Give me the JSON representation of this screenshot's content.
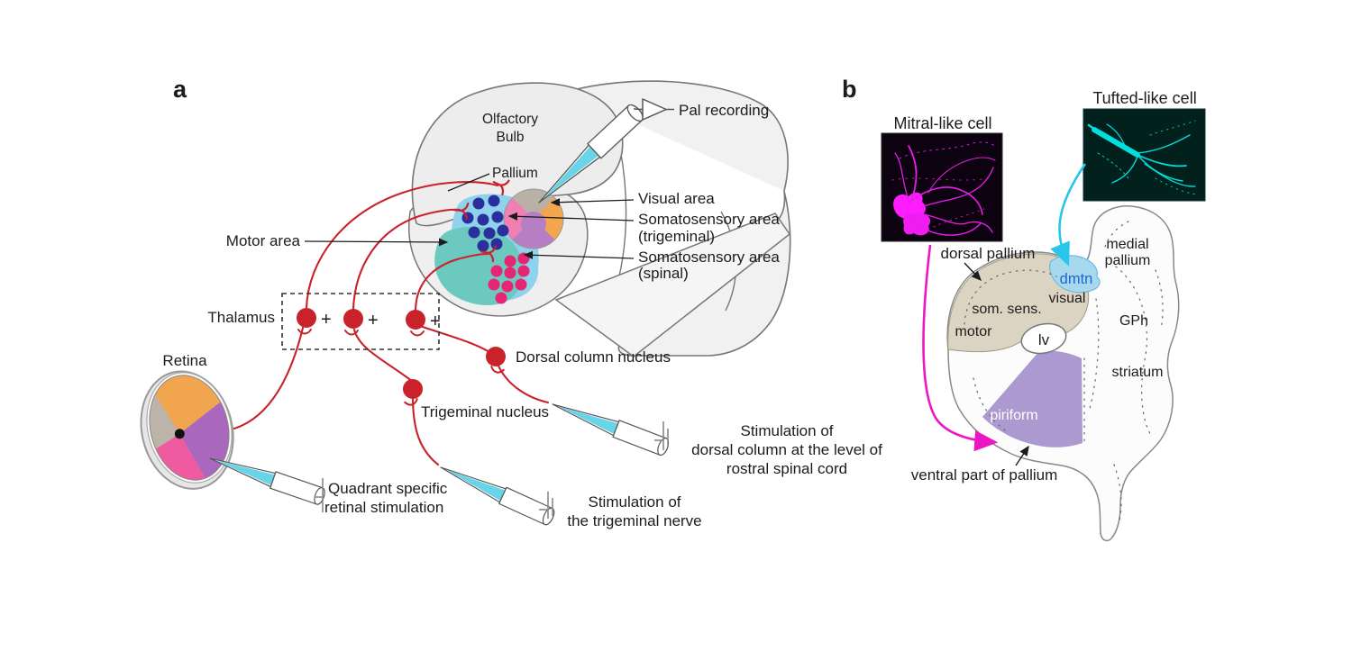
{
  "figure": {
    "description": "Two-panel neuroscience schematic",
    "panels": {
      "a": {
        "panel_label": "a",
        "olfactory_bulb_line1": "Olfactory",
        "olfactory_bulb_line2": "Bulb",
        "pallium": "Pallium",
        "pal_recording": "Pal recording",
        "visual_area": "Visual area",
        "somatosensory_trigeminal_line1": "Somatosensory area",
        "somatosensory_trigeminal_line2": "(trigeminal)",
        "somatosensory_spinal_line1": "Somatosensory area",
        "somatosensory_spinal_line2": "(spinal)",
        "motor_area": "Motor area",
        "thalamus": "Thalamus",
        "plus_sign": "+",
        "retina": "Retina",
        "dorsal_column_nucleus": "Dorsal column nucleus",
        "trigeminal_nucleus": "Trigeminal nucleus",
        "quadrant_stim_line1": "Quadrant specific",
        "quadrant_stim_line2": "retinal stimulation",
        "trigeminal_stim_line1": "Stimulation of",
        "trigeminal_stim_line2": "the trigeminal nerve",
        "dorsal_column_stim_line1": "Stimulation of",
        "dorsal_column_stim_line2": "dorsal column at the level of",
        "dorsal_column_stim_line3": "rostral spinal cord"
      },
      "b": {
        "panel_label": "b",
        "mitral_title": "Mitral-like cell",
        "tufted_title": "Tufted-like cell",
        "dorsal_pallium": "dorsal pallium",
        "medial_pallium_line1": "medial",
        "medial_pallium_line2": "pallium",
        "dmtn": "dmtn",
        "visual": "visual",
        "som_sens": "som. sens.",
        "motor": "motor",
        "lv": "lv",
        "gph": "GPh",
        "striatum": "striatum",
        "piriform": "piriform",
        "ventral_pallium": "ventral part of pallium"
      }
    },
    "colors": {
      "line_red": "#c9222b",
      "pipette_cyan": "#67d4e8",
      "navy_dot": "#2b2f9e",
      "magenta_dot": "#e62573",
      "teal_motor_area": "#6cc9c0",
      "light_blue_area": "#8ed2ec",
      "rosette_pink": "#f07fb2",
      "rosette_gray": "#b9b0a6",
      "rosette_orange": "#f2a74e",
      "rosette_purple": "#b67fc4",
      "retina_pink": "#ef5ba1",
      "retina_purple": "#a968bd",
      "retina_orange": "#f2a54f",
      "retina_gray": "#bdb4a9",
      "brain_gray_fill": "#efefef",
      "tan_dorsal_pallium": "#dcd4c2",
      "dmtn_fill": "#a6d9ee",
      "dmtn_text": "#1f66cc",
      "piriform_purple": "#ab99cf",
      "mitral_magenta": "#f01df0",
      "tufted_cyan": "#00dede",
      "arrow_magenta": "#ee16c3",
      "arrow_cyan": "#29c5ea"
    }
  }
}
